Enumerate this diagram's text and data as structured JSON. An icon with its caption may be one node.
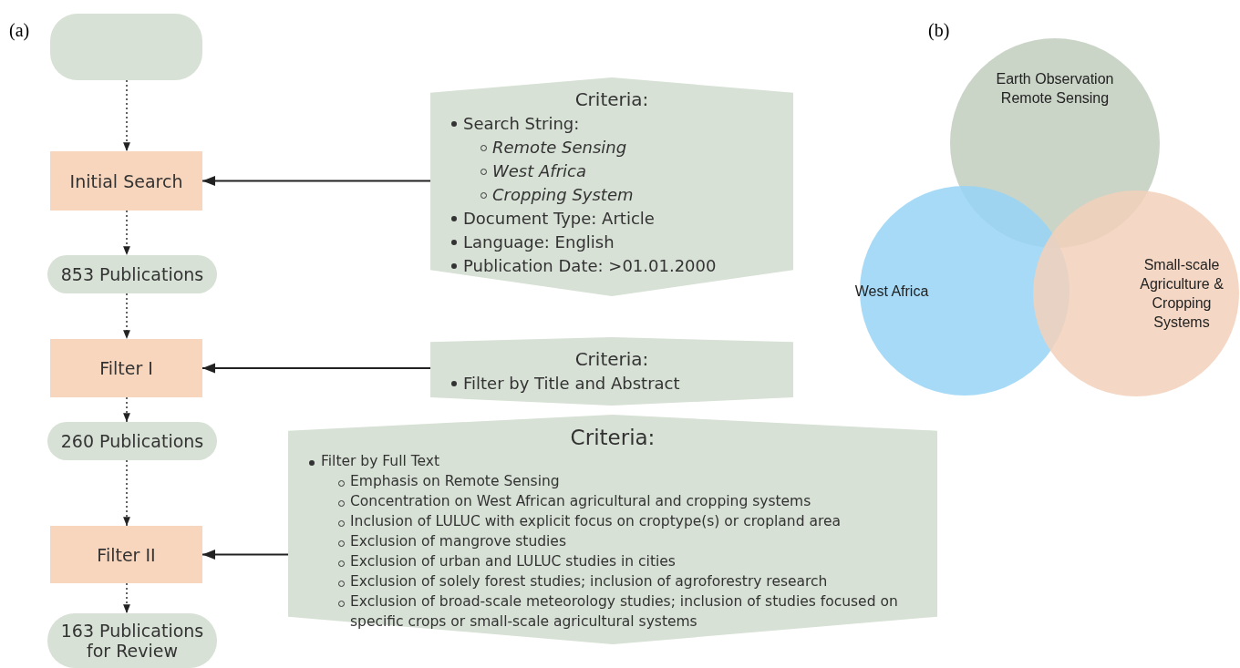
{
  "diagram": {
    "nodes": [
      {
        "text": [],
        "shape": "box"
      },
      {
        "text": [
          "Initial Search"
        ]
      },
      {
        "text": [
          "Criteria:",
          "Search String:",
          "Remote Sensing",
          "West Africa",
          "Cropping System",
          "Document Type: Article",
          "Language: English",
          "Publication Date: >01.01.2000"
        ]
      },
      {
        "text": [
          "853 Publications"
        ]
      },
      {
        "text": [
          "Filter I"
        ]
      },
      {
        "text": [
          "Criteria:",
          "Filter by Title and Abstract"
        ]
      },
      {
        "text": [
          "260 Publications"
        ]
      },
      {
        "text": [
          "Filter II"
        ]
      },
      {
        "text": [
          "Criteria:",
          "Filter by Full Text",
          "Emphasis on Remote Sensing",
          "Concentration on West African agricultural and cropping systems",
          "Inclusion of LULUC with explicit focus on croptype(s) or cropland area",
          "Exclusion of mangrove studies",
          "Exclusion of urban and LULUC studies in cities",
          "Exclusion of solely forest studies; inclusion of agroforestry research",
          "Exclusion of broad-scale meteorology studies; inclusion of studies focused on specific crops or small-scale agricultural systems"
        ]
      },
      {
        "text": [
          "163 Publications for Review"
        ]
      },
      {
        "text": [
          "Earth Observation Remote Sensing"
        ]
      },
      {
        "text": [
          "West Africa"
        ]
      },
      {
        "text": [
          "Small-scale Agriculture & Cropping Systems"
        ]
      }
    ],
    "edges": [
      {
        "from": 0,
        "to": 1,
        "arrow": "to",
        "style": "dashed"
      },
      {
        "from": 2,
        "to": 1,
        "arrow": "to"
      },
      {
        "from": 1,
        "to": 3,
        "arrow": "to",
        "style": "dashed"
      },
      {
        "from": 3,
        "to": 4,
        "arrow": "to",
        "style": "dashed"
      },
      {
        "from": 5,
        "to": 4,
        "arrow": "to"
      },
      {
        "from": 4,
        "to": 6,
        "arrow": "to",
        "style": "dashed"
      },
      {
        "from": 6,
        "to": 7,
        "arrow": "to",
        "style": "dashed"
      },
      {
        "from": 8,
        "to": 7,
        "arrow": "to"
      },
      {
        "from": 7,
        "to": 9,
        "arrow": "to",
        "style": "dashed"
      }
    ],
    "labels": [
      "(a)",
      "(b)"
    ]
  }
}
